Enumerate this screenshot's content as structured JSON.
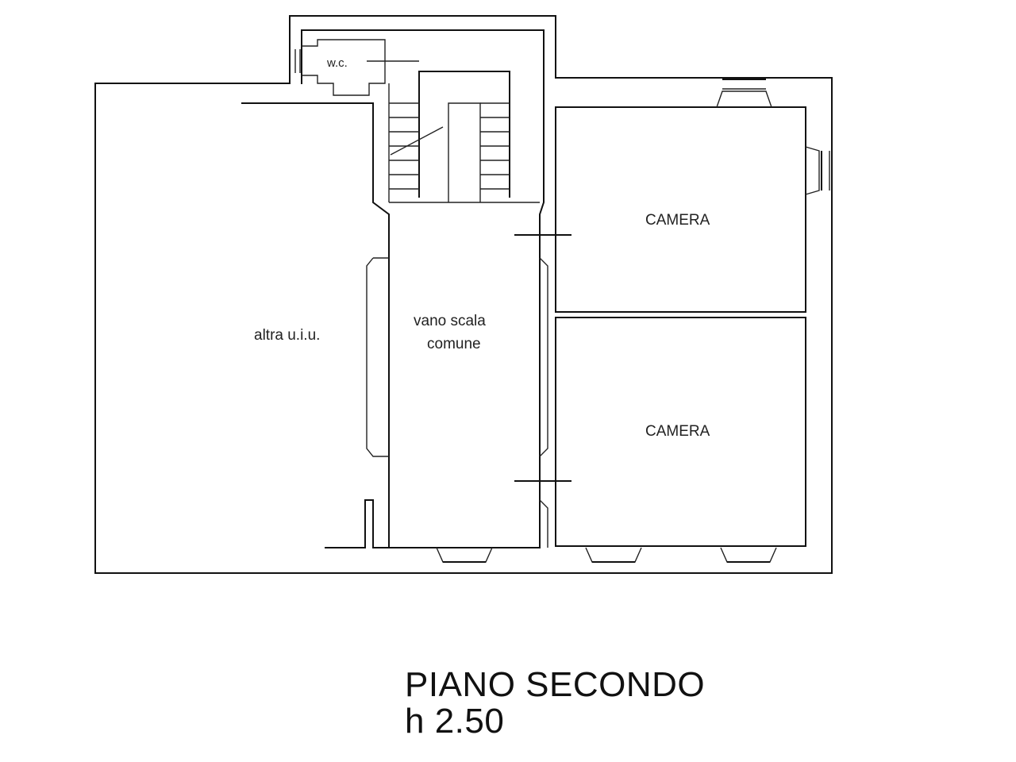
{
  "rooms": {
    "wc": "w.c.",
    "stair": [
      "vano scala",
      "comune"
    ],
    "other_unit": "altra u.i.u.",
    "bedroom_top": "CAMERA",
    "bedroom_bottom": "CAMERA"
  },
  "caption": {
    "floor": "PIANO SECONDO",
    "height": "h 2.50"
  }
}
